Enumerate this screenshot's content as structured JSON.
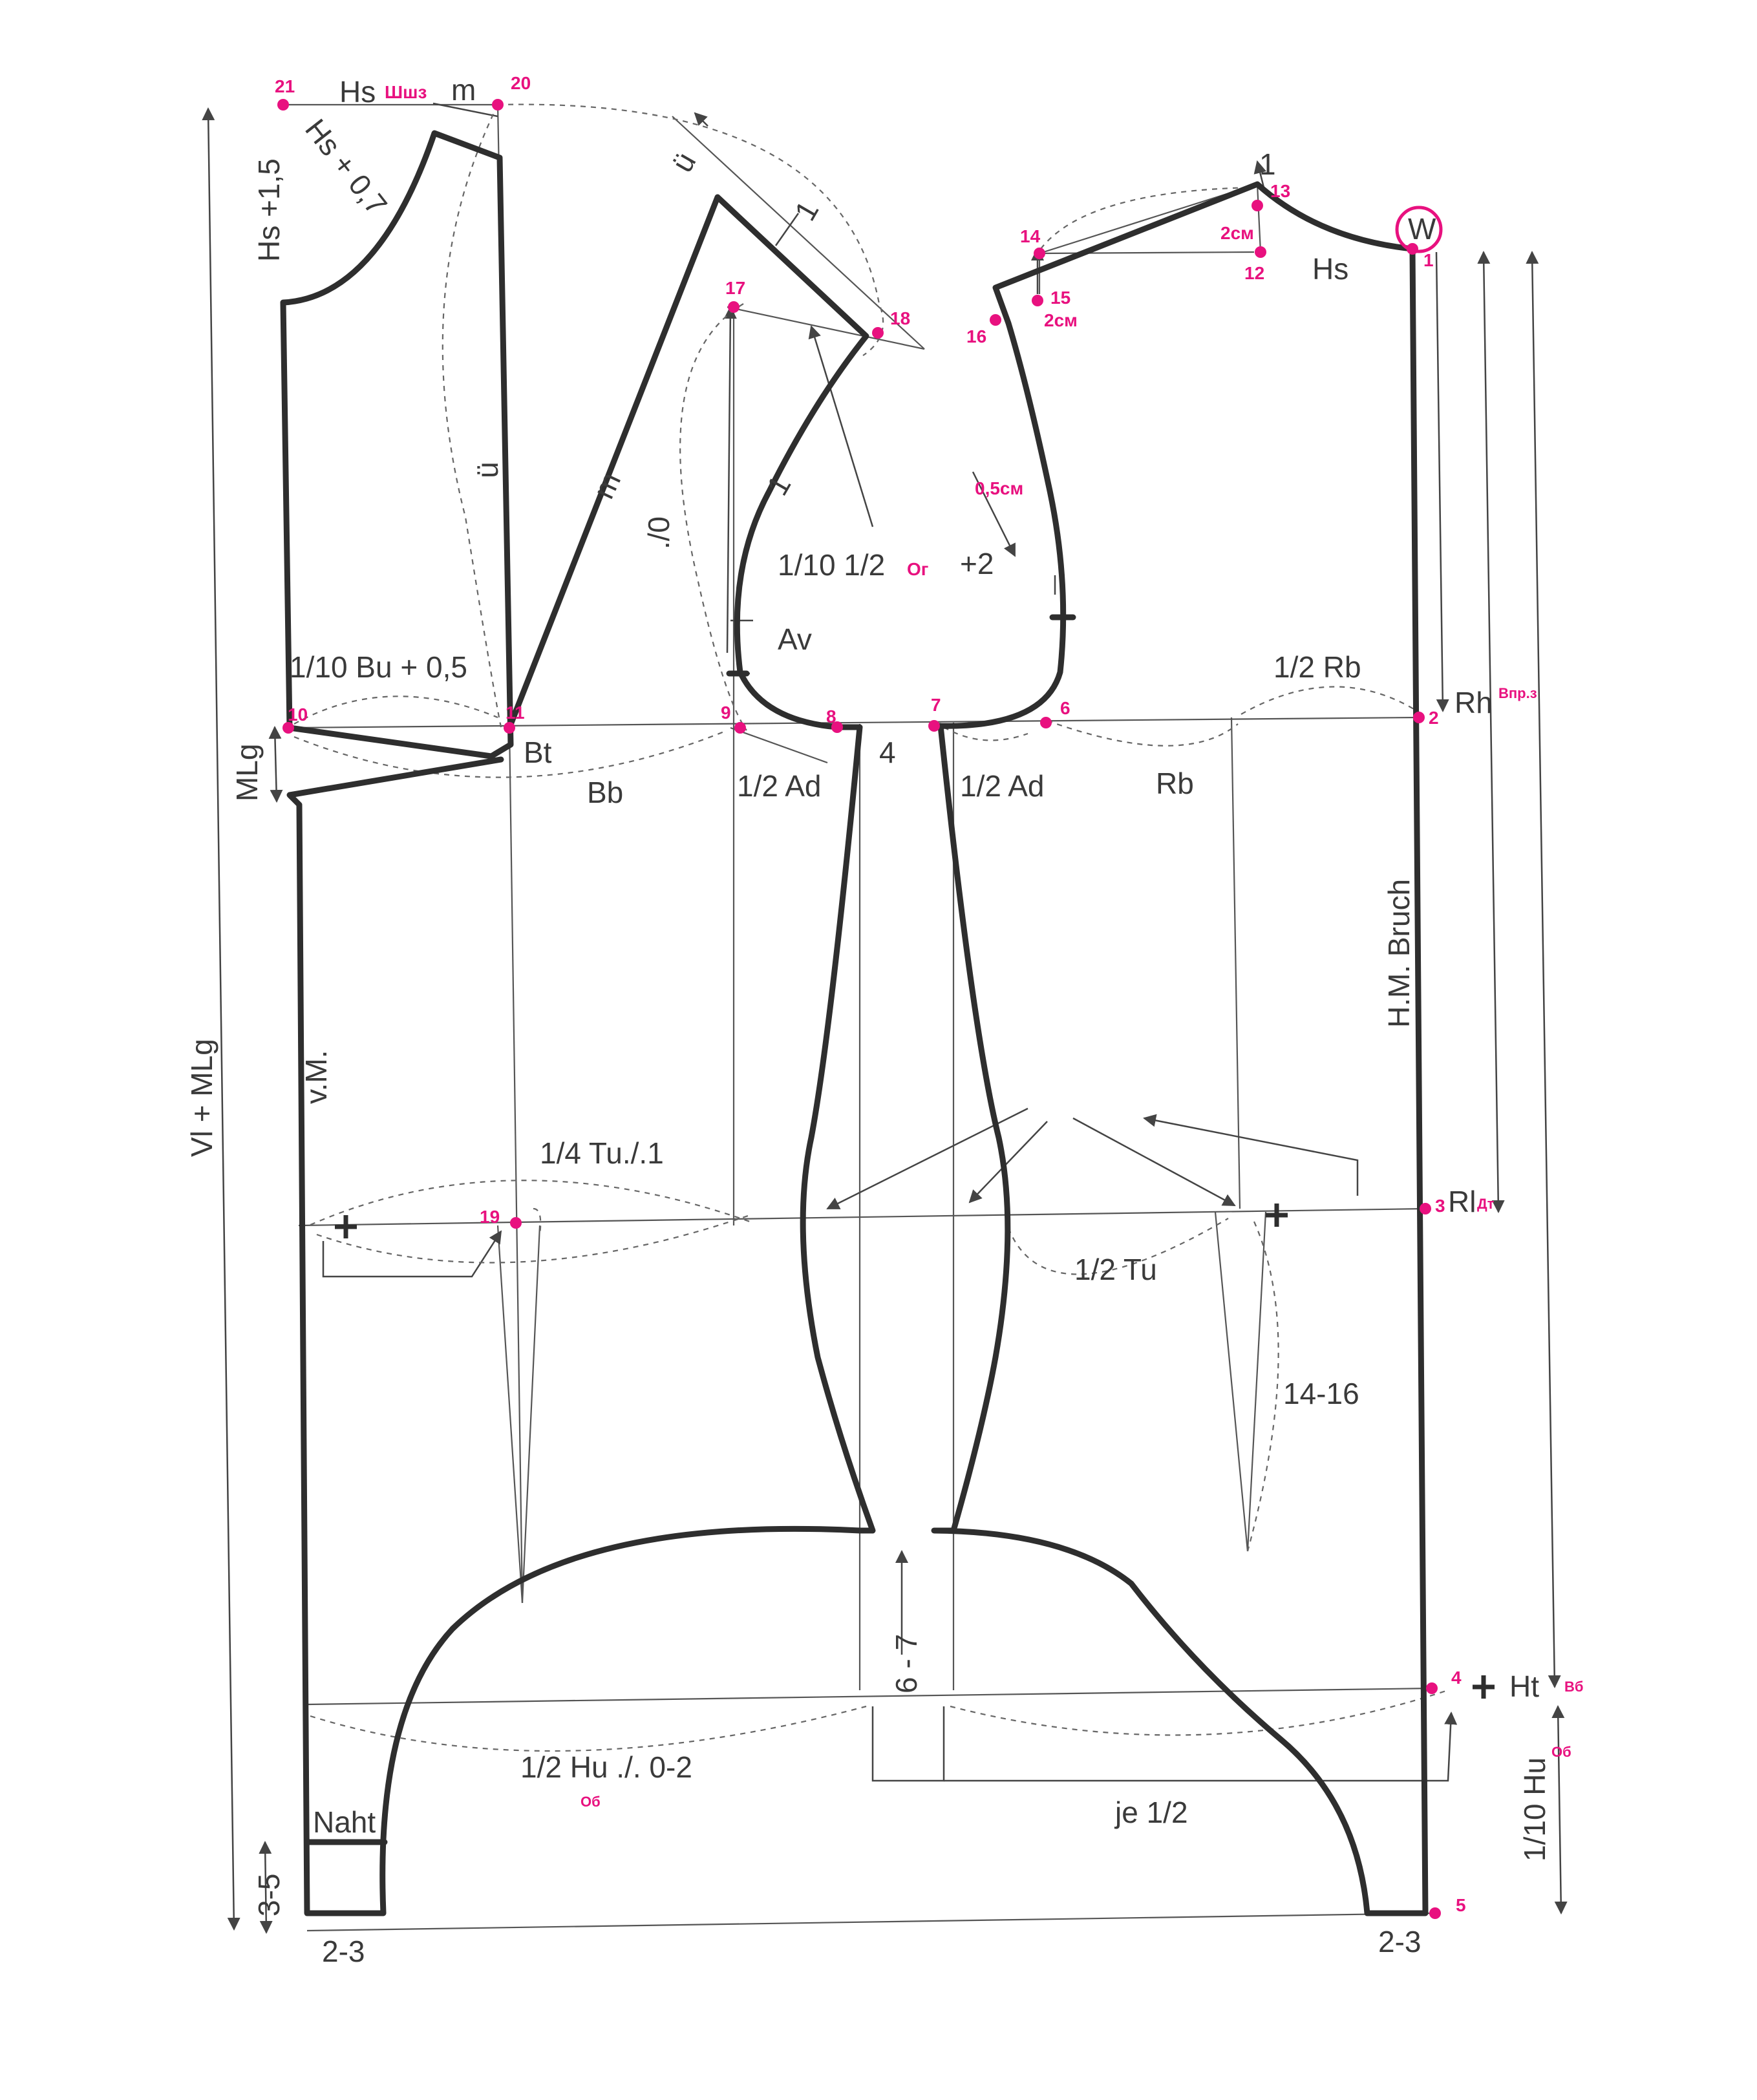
{
  "labels": {
    "hs_top": "Hs",
    "shhz": "Шшз",
    "m_top": "m",
    "hs_plus_15": "Hs +1,5",
    "hs_plus_07": "Hs + 0,7",
    "u_top": "ü",
    "u_mid": "ü",
    "m_diag": "m",
    "one_top": "1",
    "slash_zero": "./0",
    "one_armhole": "1",
    "tenth_half": "1/10 1/2",
    "og": "Ог",
    "plus_two": "+2",
    "av": "Av",
    "one_shoulder": "1",
    "two_cm_a": "2см",
    "two_cm_b": "2см",
    "zero_five_cm": "0,5см",
    "hs_right": "Hs",
    "w_mark": "W",
    "tenth_bu": "1/10 Bu + 0,5",
    "half_rb": "1/2 Rb",
    "rh": "Rh",
    "vprz": "Впр.з",
    "bt": "Bt",
    "bb": "Bb",
    "half_ad_l": "1/2 Ad",
    "four": "4",
    "half_ad_r": "1/2 Ad",
    "rb": "Rb",
    "mlg": "MLg",
    "vl_mlg": "Vl + MLg",
    "vm": "v.M.",
    "hm_bruch": "H.M. Bruch",
    "quarter_tu": "1/4 Tu./.1",
    "rl": "Rl",
    "dt": "Дт",
    "half_tu": "1/2 Tu",
    "fourteen_sixteen": "14-16",
    "six_seven": "6 - 7",
    "ht": "Ht",
    "vb": "Вб",
    "half_hu": "1/2 Hu ./. 0-2",
    "ob_a": "Об",
    "tenth_hu": "1/10 Hu",
    "ob_b": "Об",
    "je_half": "je 1/2",
    "naht": "Naht",
    "three_five": "3-5",
    "two_three_l": "2-3",
    "two_three_r": "2-3"
  },
  "points": [
    "1",
    "2",
    "3",
    "4",
    "5",
    "6",
    "7",
    "8",
    "9",
    "10",
    "11",
    "12",
    "13",
    "14",
    "15",
    "16",
    "17",
    "18",
    "19",
    "20",
    "21"
  ],
  "colors": {
    "outline": "#2e2e2e",
    "points": "#e8117f"
  }
}
